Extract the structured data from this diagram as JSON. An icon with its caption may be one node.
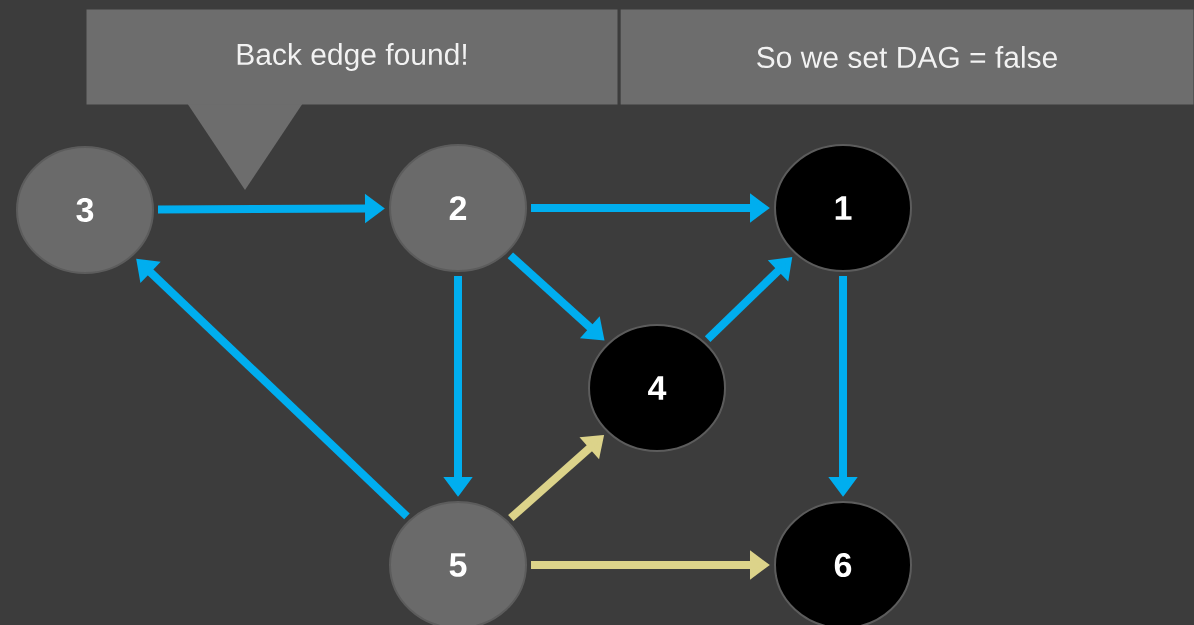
{
  "diagram": {
    "nodes": [
      {
        "text": [
          "Back edge found!"
        ]
      },
      {
        "text": [
          "So we set DAG = false"
        ]
      },
      {
        "text": [
          "3"
        ]
      },
      {
        "text": [
          "2"
        ]
      },
      {
        "text": [
          "1"
        ]
      },
      {
        "text": [
          "4"
        ]
      },
      {
        "text": [
          "5"
        ]
      },
      {
        "text": [
          "6"
        ]
      }
    ],
    "edges": [
      {
        "from": 2,
        "to": 3,
        "arrow": "to"
      },
      {
        "from": 3,
        "to": 4,
        "arrow": "to"
      },
      {
        "from": 3,
        "to": 5,
        "arrow": "to"
      },
      {
        "from": 3,
        "to": 6,
        "arrow": "to"
      },
      {
        "from": 5,
        "to": 4,
        "arrow": "to"
      },
      {
        "from": 4,
        "to": 7,
        "arrow": "to"
      },
      {
        "from": 6,
        "to": 2,
        "arrow": "to"
      },
      {
        "from": 6,
        "to": 5,
        "arrow": "to",
        "color": "#dcd38a"
      },
      {
        "from": 6,
        "to": 7,
        "arrow": "to",
        "color": "#dcd38a"
      }
    ]
  }
}
